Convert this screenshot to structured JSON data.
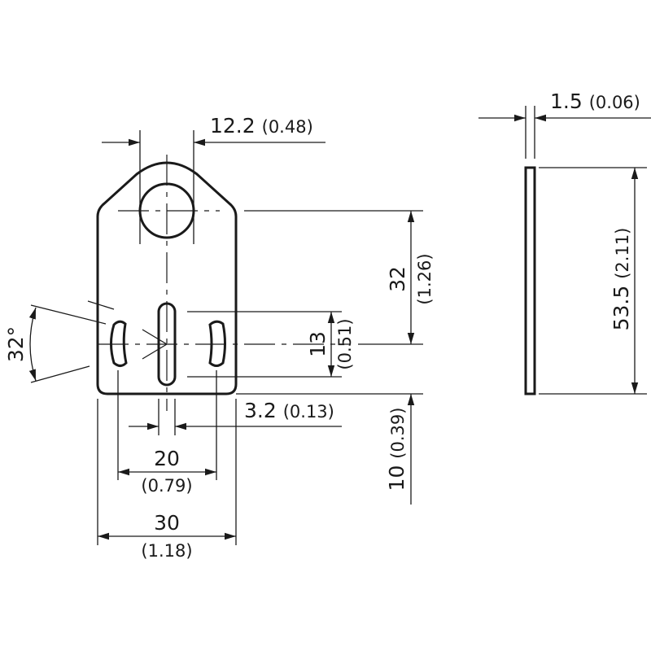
{
  "dimensions": {
    "hole_width": {
      "value": "12.2",
      "inch": "(0.48)"
    },
    "thickness": {
      "value": "1.5",
      "inch": "(0.06)"
    },
    "hole_to_slot": {
      "value": "32",
      "inch": "(1.26)"
    },
    "slot_length": {
      "value": "13",
      "inch": "(0.51)"
    },
    "angle": {
      "value": "32°"
    },
    "slot_width": {
      "value": "3.2",
      "inch": "(0.13)"
    },
    "slot_spacing": {
      "value": "20",
      "inch": "(0.79)"
    },
    "plate_width": {
      "value": "30",
      "inch": "(1.18)"
    },
    "slot_to_bottom": {
      "value": "10",
      "inch": "(0.39)"
    },
    "plate_height": {
      "value": "53.5",
      "inch": "(2.11)"
    }
  }
}
